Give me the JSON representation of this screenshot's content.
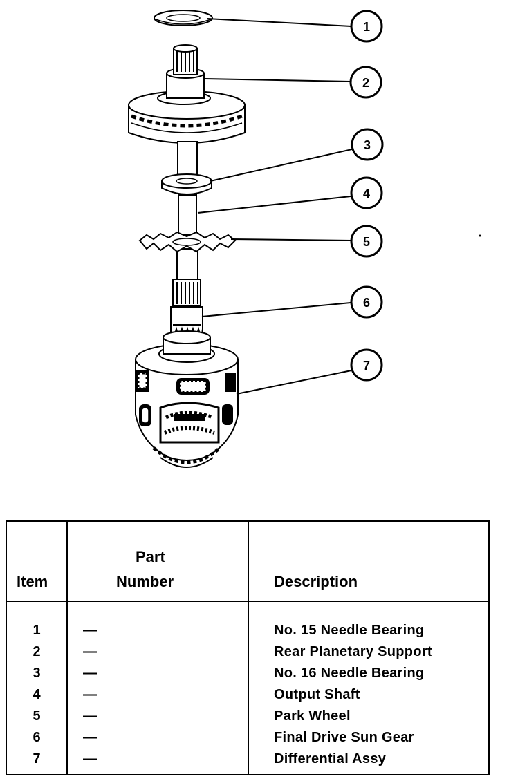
{
  "callouts": [
    "1",
    "2",
    "3",
    "4",
    "5",
    "6",
    "7"
  ],
  "table": {
    "headers": {
      "item": "Item",
      "part_line1": "Part",
      "part_line2": "Number",
      "description": "Description"
    },
    "rows": [
      {
        "item": "1",
        "part": "—",
        "description": "No. 15 Needle Bearing"
      },
      {
        "item": "2",
        "part": "—",
        "description": "Rear Planetary Support"
      },
      {
        "item": "3",
        "part": "—",
        "description": "No. 16 Needle Bearing"
      },
      {
        "item": "4",
        "part": "—",
        "description": "Output Shaft"
      },
      {
        "item": "5",
        "part": "—",
        "description": "Park Wheel"
      },
      {
        "item": "6",
        "part": "—",
        "description": "Final Drive Sun Gear"
      },
      {
        "item": "7",
        "part": "—",
        "description": "Differential Assy"
      }
    ]
  }
}
